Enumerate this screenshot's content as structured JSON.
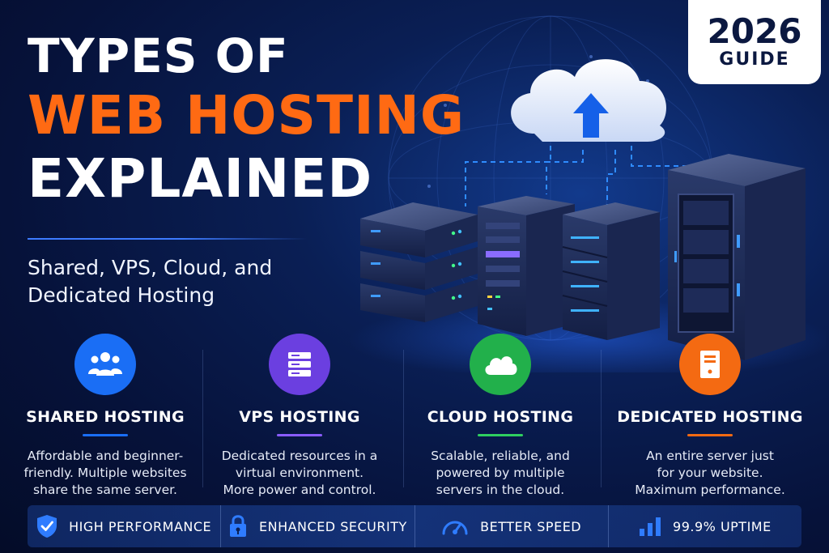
{
  "title": {
    "line1": "TYPES OF",
    "line2": "WEB HOSTING",
    "line3": "EXPLAINED"
  },
  "subtitle": {
    "line1": "Shared, VPS, Cloud, and",
    "line2": "Dedicated Hosting"
  },
  "badge": {
    "year": "2026",
    "label": "GUIDE"
  },
  "colors": {
    "accent_orange": "#ff6a13",
    "accent_blue": "#3d7bff",
    "background": "#06123a"
  },
  "cards": [
    {
      "icon": "users-icon",
      "color": "#1a6ef5",
      "name": "SHARED HOSTING",
      "desc1": "Affordable and beginner-",
      "desc2": "friendly. Multiple websites",
      "desc3": "share the same server."
    },
    {
      "icon": "server-stack-icon",
      "color": "#6b3fe0",
      "name": "VPS HOSTING",
      "desc1": "Dedicated resources in a",
      "desc2": "virtual environment.",
      "desc3": "More power and control."
    },
    {
      "icon": "cloud-icon",
      "color": "#22b04b",
      "name": "CLOUD HOSTING",
      "desc1": "Scalable, reliable, and",
      "desc2": "powered by multiple",
      "desc3": "servers in the cloud."
    },
    {
      "icon": "server-icon",
      "color": "#f46a12",
      "name": "DEDICATED HOSTING",
      "desc1": "An entire server just",
      "desc2": "for your website.",
      "desc3": "Maximum performance."
    }
  ],
  "features": [
    {
      "icon": "shield-check-icon",
      "label": "HIGH PERFORMANCE"
    },
    {
      "icon": "lock-icon",
      "label": "ENHANCED SECURITY"
    },
    {
      "icon": "speedometer-icon",
      "label": "BETTER SPEED"
    },
    {
      "icon": "bar-chart-icon",
      "label": "99.9% UPTIME"
    }
  ]
}
